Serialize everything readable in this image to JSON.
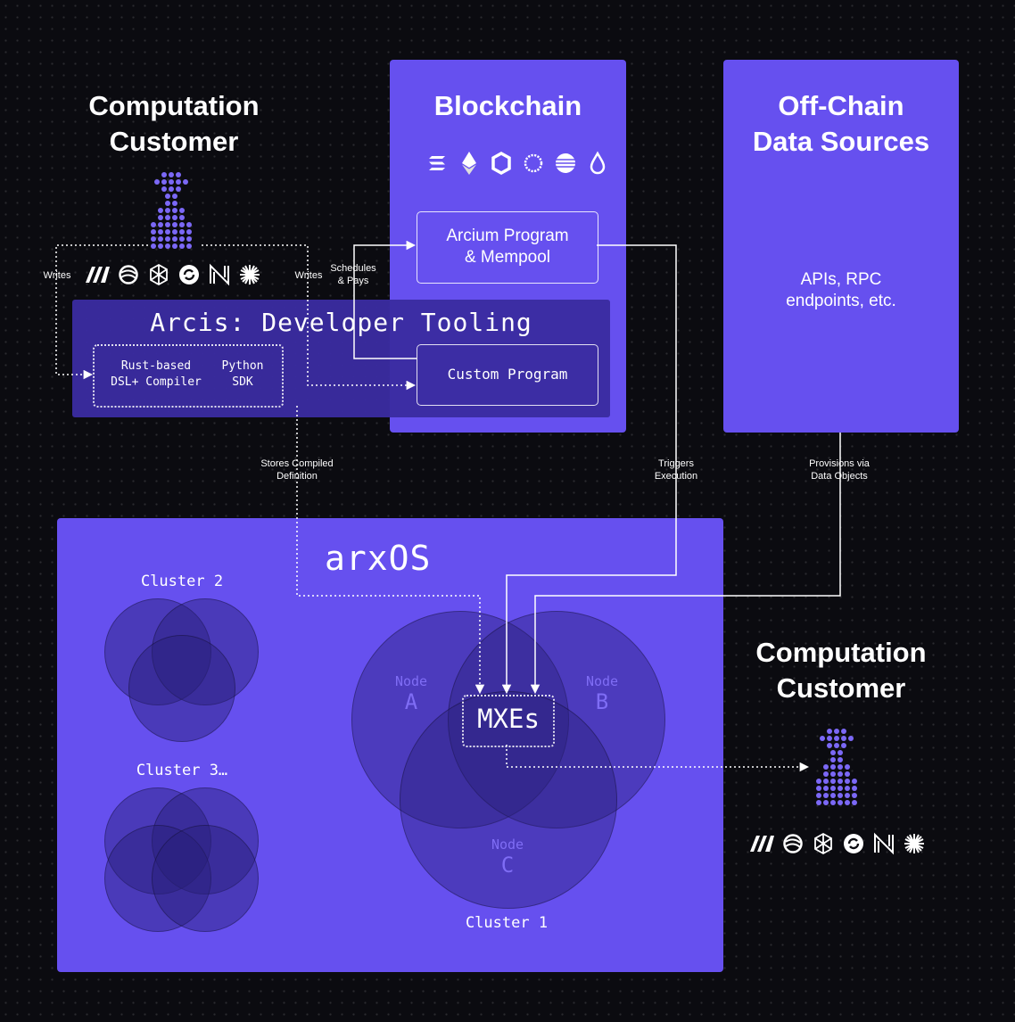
{
  "customer_top": {
    "title": "Computation\nCustomer",
    "writes_left": "Writes",
    "writes_right": "Writes"
  },
  "schedules_pays": "Schedules\n& Pays",
  "blockchain": {
    "title": "Blockchain",
    "chains": [
      "solana-icon",
      "ethereum-icon",
      "chainlink-icon",
      "celestia-icon",
      "sui-icon",
      "drop-icon"
    ],
    "arcium_program": "Arcium Program\n& Mempool",
    "custom_program": "Custom Program"
  },
  "offchain": {
    "title": "Off-Chain\nData Sources",
    "description": "APIs, RPC\nendpoints, etc."
  },
  "arcis": {
    "title": "Arcis: Developer Tooling",
    "rust_dsl": "Rust-based\nDSL+ Compiler",
    "python_sdk": "Python\nSDK"
  },
  "client_icons": [
    "m-logo-icon",
    "spiral-icon",
    "hexagon-icon",
    "refresh-icon",
    "n-logo-icon",
    "sunburst-icon"
  ],
  "stores_compiled": "Stores Compiled\nDefinition",
  "triggers_execution": "Triggers\nExecution",
  "provisions": "Provisions via\nData Objects",
  "arxos": {
    "title": "arxOS",
    "cluster2": "Cluster 2",
    "cluster3": "Cluster 3…",
    "cluster1": "Cluster 1",
    "node_word": "Node",
    "node_a": "A",
    "node_b": "B",
    "node_c": "C",
    "mxes": "MXEs"
  },
  "customer_bottom": {
    "title": "Computation\nCustomer"
  },
  "colors": {
    "background": "#0b0b10",
    "panel": "#6650ef",
    "arcis_panel": "#3a2ca0",
    "circle": "#3a2f8c"
  }
}
